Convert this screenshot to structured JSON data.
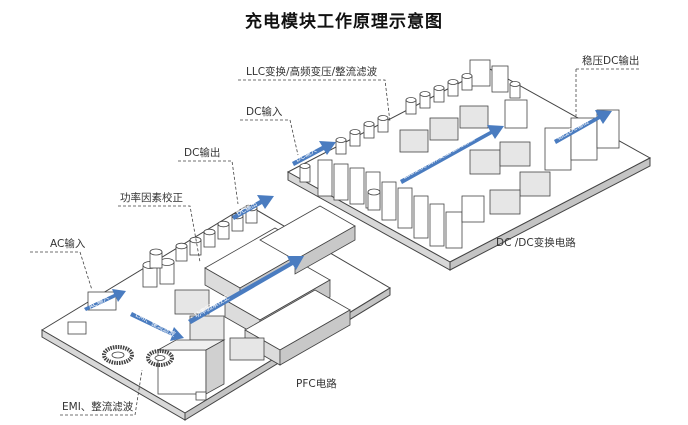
{
  "title": "充电模块工作原理示意图",
  "callouts": {
    "ac_input": "AC输入",
    "pfc_correction": "功率因素校正",
    "dc_output_pfc": "DC输出",
    "dc_input": "DC输入",
    "llc": "LLC变换/高频变压/整流滤波",
    "regulated_dc_output": "稳压DC输出",
    "emi": "EMI、整流滤波"
  },
  "section_labels": {
    "pfc": "PFC电路",
    "dcdc": "DC /DC变换电路"
  },
  "arrow_labels": {
    "pfc_ac": "AC输入",
    "pfc_emi": "EMI、整流滤波",
    "pfc_correction": "功率因素校正",
    "pfc_dc_out": "DC输出",
    "dcdc_in": "DC输入",
    "dcdc_llc": "LLC变换/高频变压/整流滤波",
    "dcdc_out": "稳压DC输出"
  },
  "colors": {
    "arrow": "#4a7cc0",
    "board_top": "#ffffff",
    "board_side": "#d8d8d8",
    "line": "#444444"
  }
}
